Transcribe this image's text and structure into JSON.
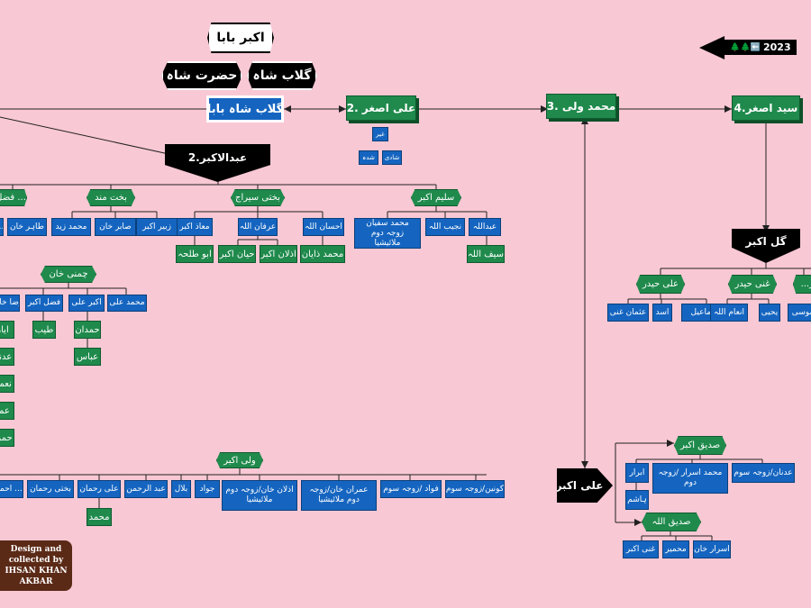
{
  "year_badge": {
    "text": "2023",
    "icons": "🌲🌲⬅️"
  },
  "top": {
    "akbar_baba": "اکبر بابا",
    "gulab_shah": "گلاب شاہ",
    "hazrat_shah": "حضرت شاہ",
    "gulab_shah_baba": "گلاب شاہ بابا"
  },
  "headers": {
    "ali_asghar": "2. علی اصغر",
    "muhammad_wali": "3. محمد ولی",
    "syed_asghar": "4.سید اصغر",
    "abdul_akbar": "2.عبدالاکبر"
  },
  "ali_asghar_children": {
    "ghir": "غیر",
    "shahda": "شدہ",
    "shadi": "شادی"
  },
  "branches": {
    "fazal": "فضل ...",
    "bakht_mand": "بخت مند",
    "bakhti_siraj": "بختی سیراج",
    "salim_akbar": "سلیم اکبر",
    "chamni_khan": "چمنی خان",
    "wali_akbar": "ولی اکبر",
    "gul_akbar": "گل اکبر",
    "ali_haider": "علی حیدر",
    "ghani_haider": "غنی حیدر",
    "right_clip": "...کبر",
    "siddiq_akbar": "صدیق اکبر",
    "siddiq_ullah": "صدیق اللہ",
    "ali_akbar_tag": "علی اکبر"
  },
  "row1": {
    "tahir_khan": "طاہر خان",
    "edge": "...",
    "muhammad_zaid": "محمد زید",
    "sabir_khan": "صابر خان",
    "zubair_akbar": "زبیر اکبر",
    "muaz_akbar": "معاذ اکبر",
    "irfan_ullah": "عرفان اللہ",
    "ihsan_ullah": "احسان اللہ",
    "muhammad_sufyan": "محمد سفیان زوجہ دوم ملائیشیا",
    "najeeb_ullah": "نجیب اللہ",
    "abdullah": "عبداللہ",
    "abu_talha": "ابو طلحہ",
    "hayan_akbar": "حیان اکبر",
    "adlan_akbar": "اذلان اکبر",
    "muhammad_zayan": "محمد ذایان",
    "saif_ullah": "سیف اللہ"
  },
  "chamni": {
    "raza_khan": "رضا خان",
    "fazal_akbar": "فضل اکبر",
    "akbar_ali": "اکبر علی",
    "muhammad_ali": "محمد علی",
    "ayaz": "ایاز",
    "adnan": "عدنان",
    "noman": "نعمان",
    "usama": "عمار",
    "hamza": "حمزہ",
    "tayyab": "طیب",
    "hamdan": "حمدان",
    "abbas": "عباس"
  },
  "wali_row": {
    "ahmad": "احمد ...",
    "bakhti_rahman": "بختی رحمان",
    "ali_rahman": "علی رحمان",
    "abdul_rahman": "عبد الرحمن",
    "bilal": "بلال",
    "jawad": "جواد",
    "adlan_khan": "اذلان خان/زوجہ دوم ملائیشیا",
    "imran_khan": "عمران خان/زوجہ دوم ملائیشیا",
    "fawad": "فواد /زوجہ سوم",
    "konain": "کونین/زوجہ سوم",
    "muhammad": "محمد"
  },
  "haider": {
    "musa": "موسی",
    "yahya": "یحیی",
    "inam_ullah": "انعام اللہ",
    "ismail": "اسماعیل",
    "asad": "اسد",
    "usman_ghani": "عثمان غنی"
  },
  "siddiq": {
    "abrar": "ابرار",
    "muhammad_israr": "محمد اسرار /زوجہ دوم",
    "adnan_third": "عدنان/زوجہ سوم",
    "hashim": "ہاشم",
    "ghani_akbar": "غنی اکبر",
    "mahmeer": "محمیر",
    "israr_khan": "اسرار خان"
  },
  "credit": "Design and\ncollected by\nIHSAN KHAN\nAKBAR"
}
